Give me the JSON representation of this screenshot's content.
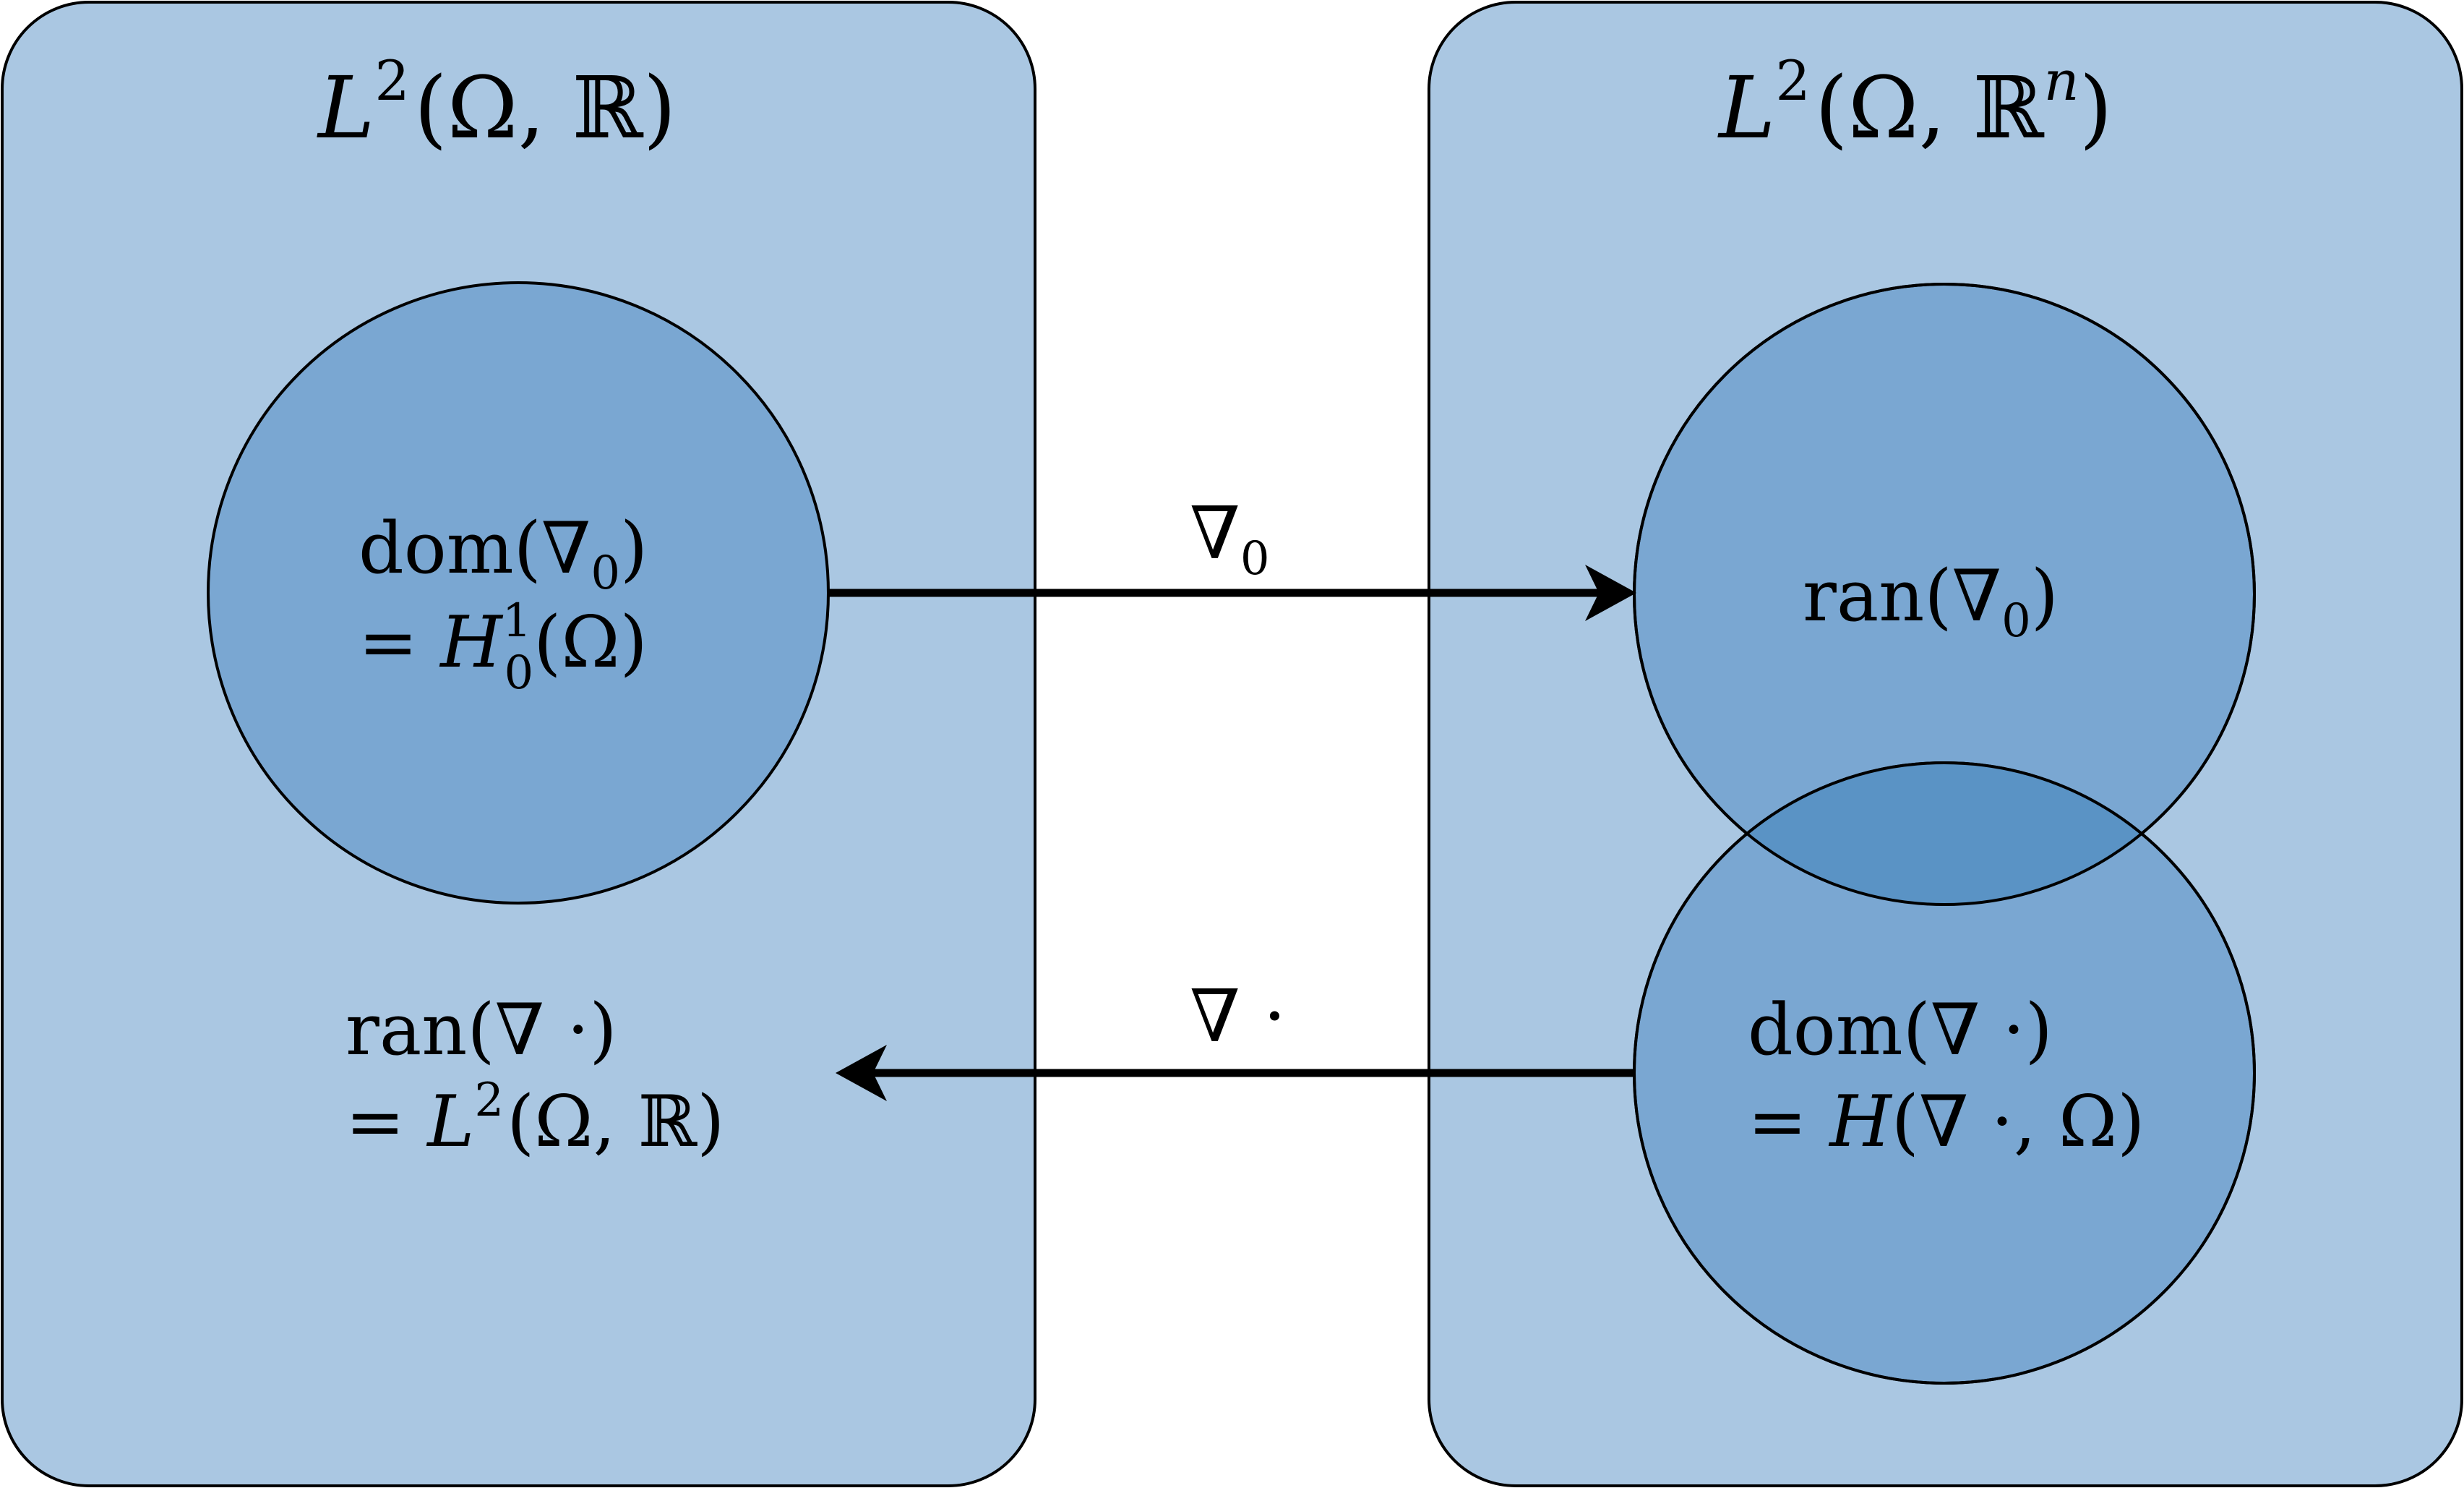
{
  "diagram": {
    "colors": {
      "space_fill": "#aac7e2",
      "set_fill": "#7aa7d2",
      "overlap_fill": "#5a93c5",
      "stroke": "#000000",
      "background": "#ffffff"
    },
    "left_space": {
      "title": {
        "L": "L",
        "sup": "2",
        "rest": "(Ω, ℝ)"
      },
      "domain_set": {
        "line1": "dom(∇",
        "line1_sub": "0",
        "line1_end": ")",
        "line2_prefix": "= ",
        "line2_H": "H",
        "line2_sup": "1",
        "line2_sub": "0",
        "line2_end": "(Ω)"
      },
      "range_label": {
        "line1": "ran(∇ ·)",
        "line2_prefix": "= ",
        "line2_L": "L",
        "line2_sup": "2",
        "line2_end": "(Ω, ℝ)"
      }
    },
    "right_space": {
      "title": {
        "L": "L",
        "sup": "2",
        "rest_start": "(Ω, ℝ",
        "rest_sup": "n",
        "rest_end": ")"
      },
      "range_set": {
        "text": "ran(∇",
        "sub": "0",
        "end": ")"
      },
      "domain_set": {
        "line1": "dom(∇ ·)",
        "line2_prefix": "= ",
        "line2_H": "H",
        "line2_end": "(∇ ·, Ω)"
      }
    },
    "arrows": {
      "gradient": {
        "symbol": "∇",
        "sub": "0"
      },
      "divergence": {
        "symbol": "∇ ·"
      }
    }
  }
}
